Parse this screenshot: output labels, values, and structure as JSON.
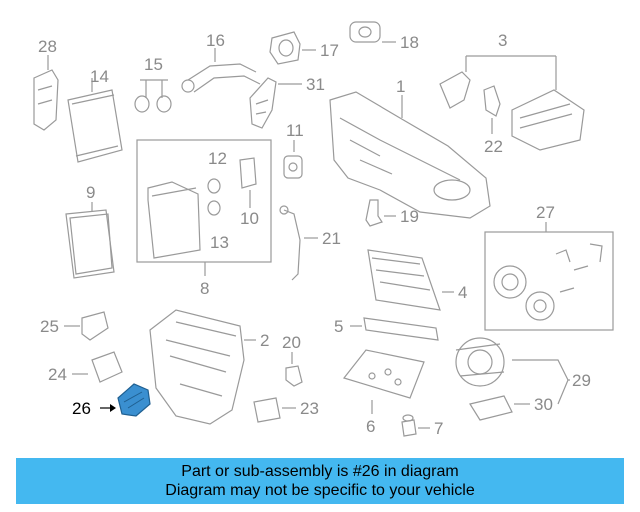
{
  "diagram": {
    "callouts": [
      "1",
      "2",
      "3",
      "4",
      "5",
      "6",
      "7",
      "8",
      "9",
      "10",
      "11",
      "12",
      "13",
      "14",
      "15",
      "16",
      "17",
      "18",
      "19",
      "20",
      "21",
      "22",
      "23",
      "24",
      "25",
      "26",
      "27",
      "28",
      "29",
      "30",
      "31"
    ],
    "highlighted": "26",
    "highlight_color": "#3a8fd0"
  },
  "banner": {
    "line1": "Part or sub-assembly is #26 in diagram",
    "line2": "Diagram may not be specific to your vehicle",
    "background": "#44b8f0"
  }
}
